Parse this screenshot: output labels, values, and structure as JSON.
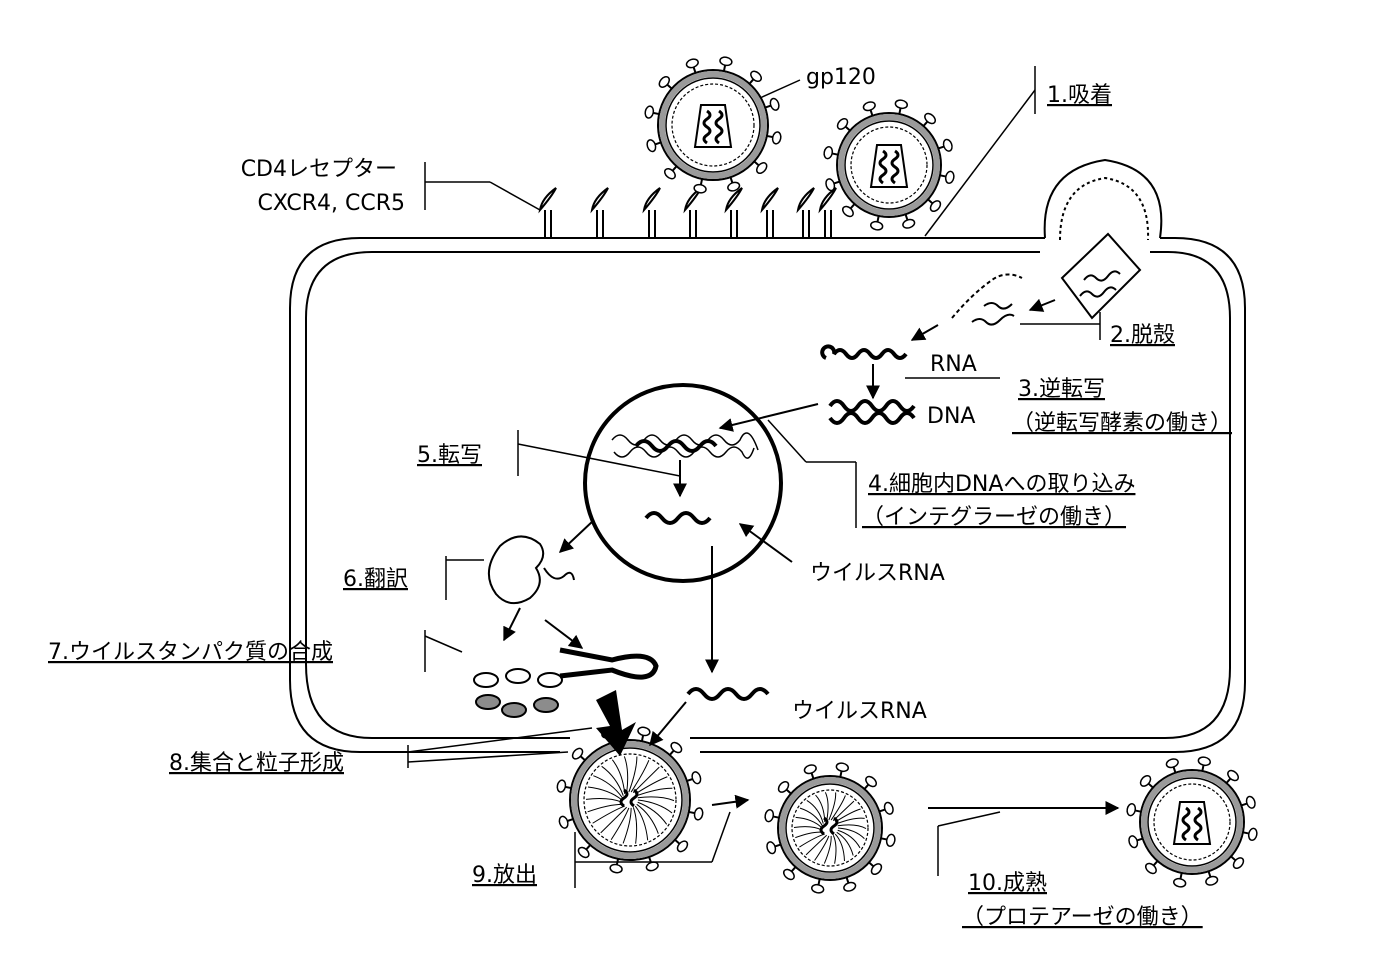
{
  "labels": {
    "gp120": "gp120",
    "receptor_line1": "CD4レセプター",
    "receptor_line2": "CXCR4, CCR5",
    "rna": "RNA",
    "dna": "DNA",
    "viral_rna_nucleus": "ウイルスRNA",
    "viral_rna_cytoplasm": "ウイルスRNA"
  },
  "steps": {
    "s1": "1.吸着",
    "s2": "2.脱殻",
    "s3_line1": "3.逆転写",
    "s3_line2": "（逆転写酵素の働き）",
    "s4_line1": "4.細胞内DNAへの取り込み",
    "s4_line2": "（インテグラーゼの働き）",
    "s5": "5.転写",
    "s6": "6.翻訳",
    "s7": "7.ウイルスタンパク質の合成",
    "s8": "8.集合と粒子形成",
    "s9": "9.放出",
    "s10_line1": "10.成熟",
    "s10_line2": "（プロテアーゼの働き）"
  },
  "colors": {
    "line": "#000000",
    "membrane_grey": "#9a9a9a",
    "protein_grey": "#8c8c8c",
    "background": "#ffffff"
  }
}
